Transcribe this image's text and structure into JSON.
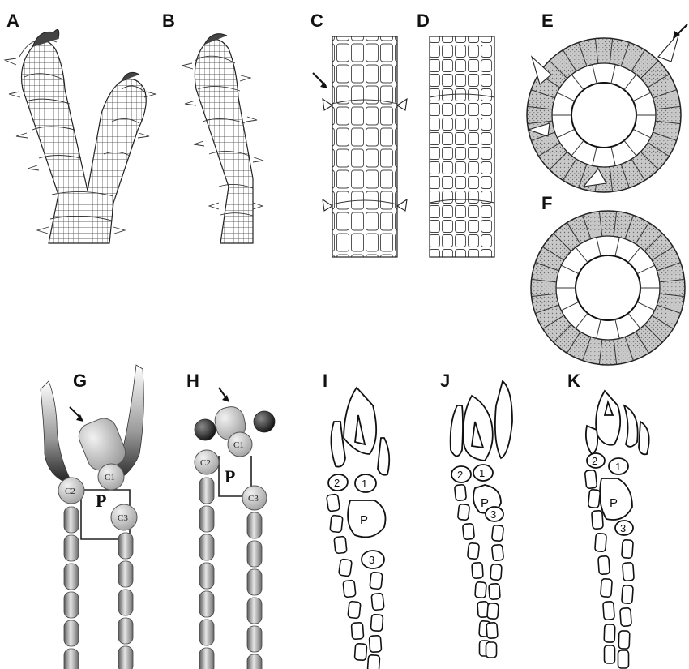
{
  "figure": {
    "panels": [
      "A",
      "B",
      "C",
      "D",
      "E",
      "F",
      "G",
      "H",
      "I",
      "J",
      "K"
    ],
    "cell_labels": {
      "c1": "C1",
      "c2": "C2",
      "c3": "C3",
      "p": "P"
    },
    "outline_labels": {
      "one": "1",
      "two": "2",
      "three": "3",
      "p": "P"
    }
  }
}
